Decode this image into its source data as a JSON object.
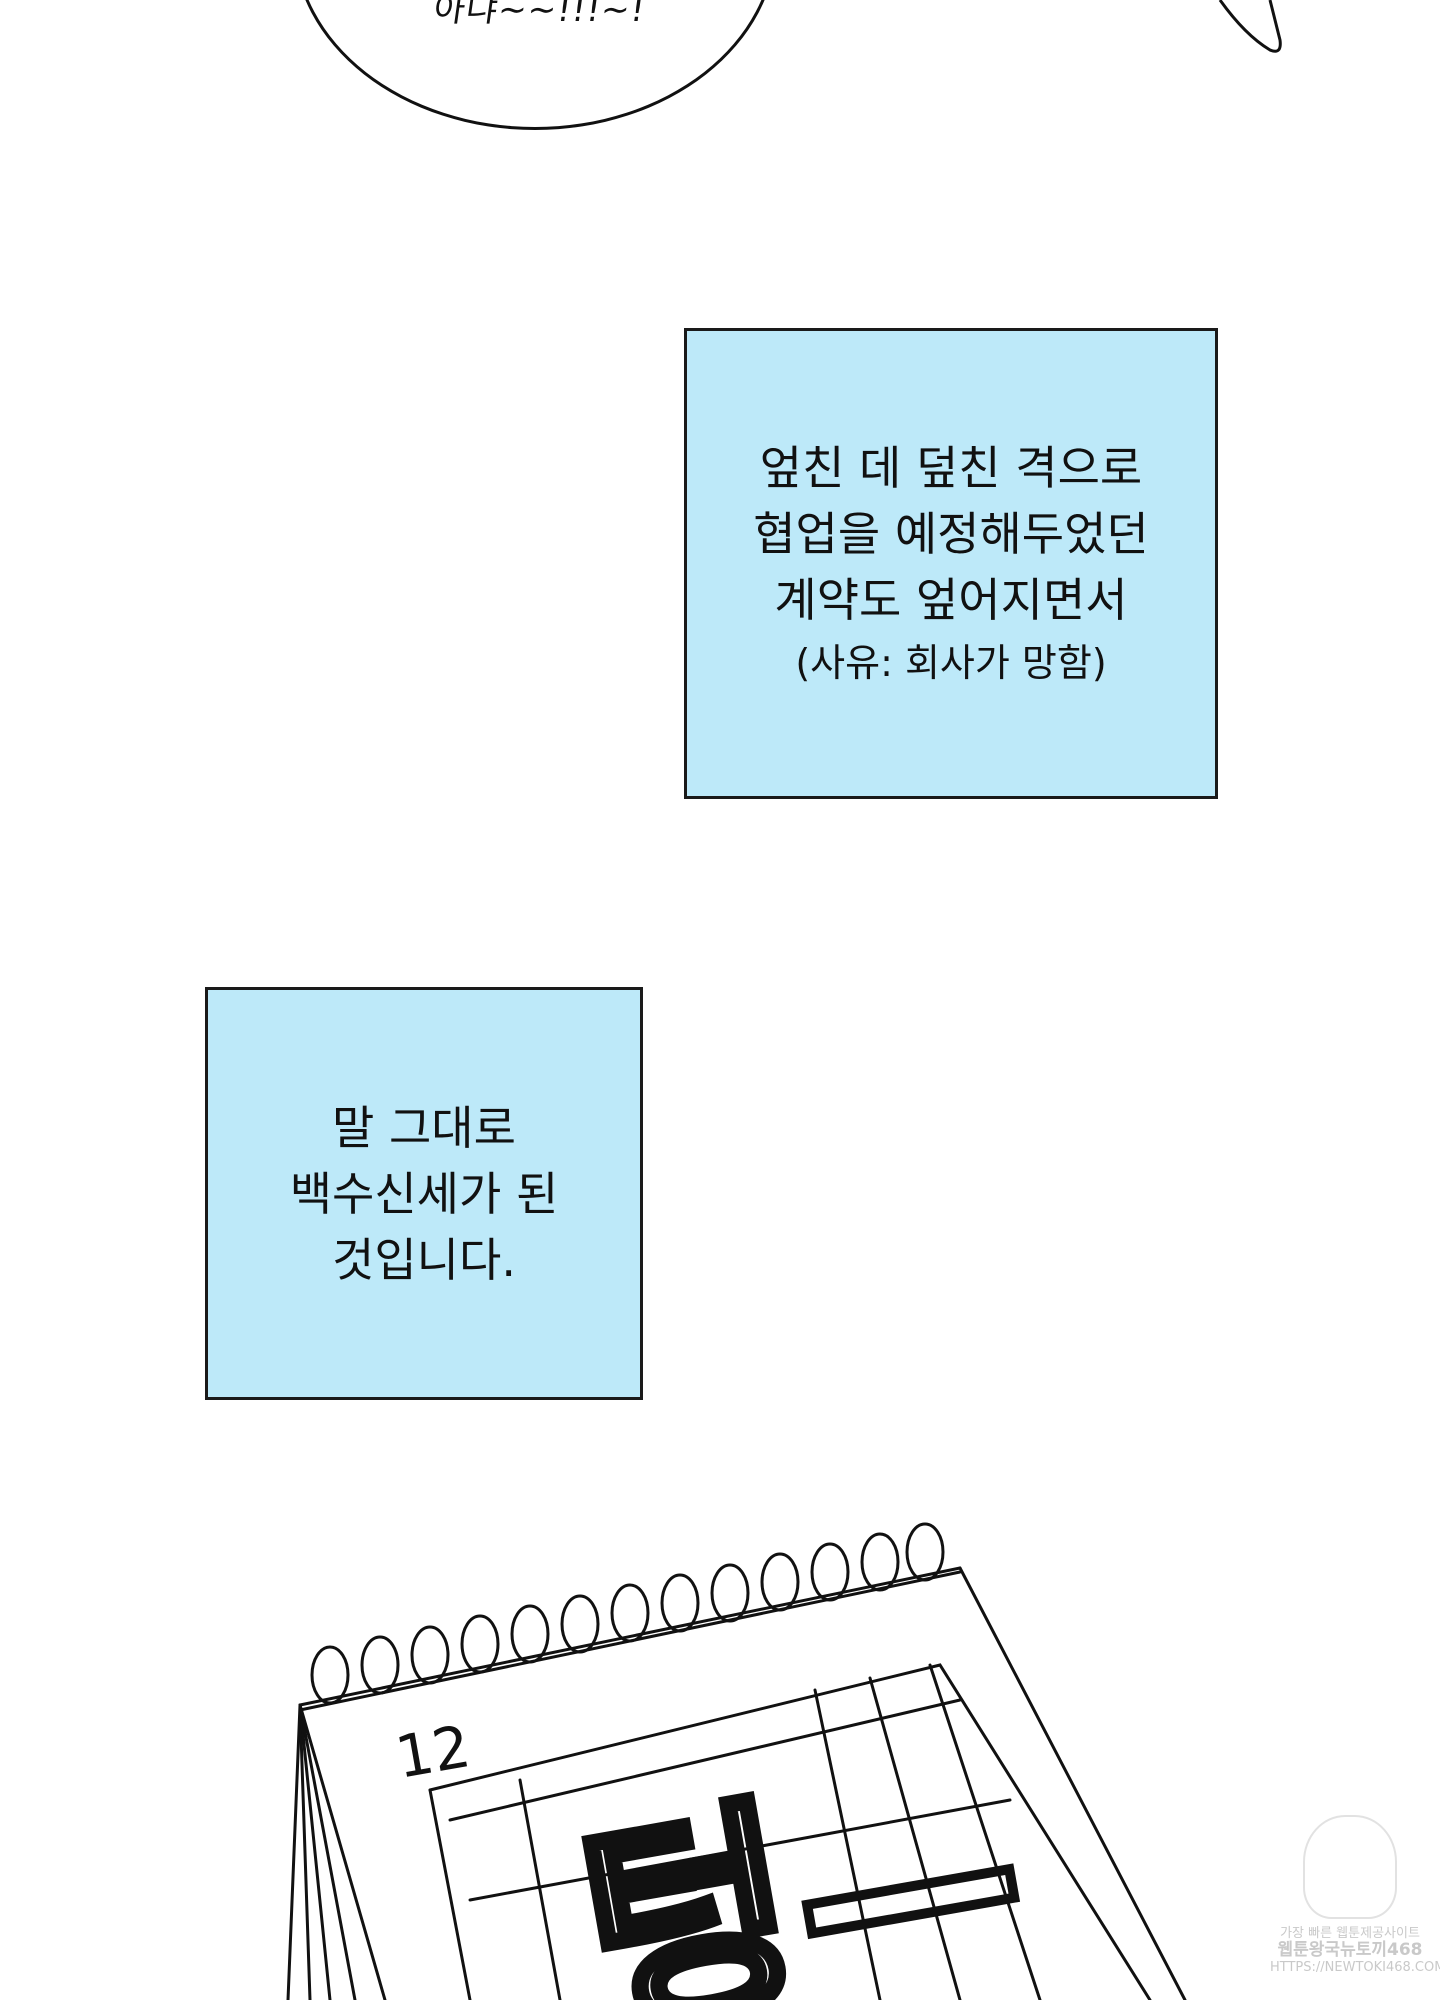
{
  "speech_bubble": {
    "text": "아냐~~!!!~!"
  },
  "caption_1": {
    "lines": [
      "엎친 데 덮친 격으로",
      "협업을 예정해두었던",
      "계약도 엎어지면서",
      "(사유: 회사가 망함)"
    ]
  },
  "caption_2": {
    "lines": [
      "말 그대로",
      "백수신세가 된",
      "것입니다."
    ]
  },
  "calendar": {
    "month": "12",
    "sfx": "텅—"
  },
  "watermark": {
    "line1": "가장 빠른 웹툰제공사이트",
    "line2": "웹툰왕국뉴토끼468",
    "line3": "HTTPS://NEWTOKI468.COM"
  },
  "colors": {
    "caption_bg": "#bde9f9",
    "ink": "#111111"
  }
}
